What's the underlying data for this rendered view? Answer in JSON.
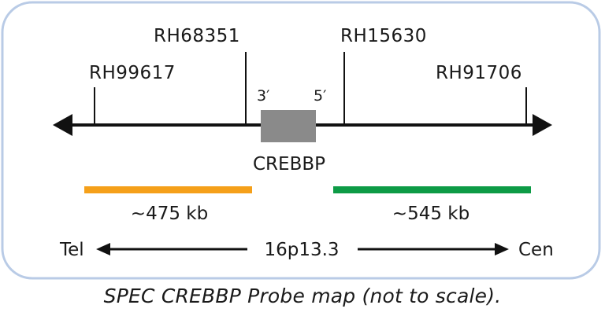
{
  "colors": {
    "frame_border": "#b9cbe6",
    "line": "#111111",
    "gene_box": "#8a8a8a",
    "probe_tel": "#f5a01a",
    "probe_cen": "#0d9b46"
  },
  "markers": [
    {
      "id": "rh99617",
      "label": "RH99617"
    },
    {
      "id": "rh68351",
      "label": "RH68351"
    },
    {
      "id": "rh15630",
      "label": "RH15630"
    },
    {
      "id": "rh91706",
      "label": "RH91706"
    }
  ],
  "gene": {
    "name": "CREBBP",
    "end_3": "3′",
    "end_5": "5′"
  },
  "probes": {
    "tel": {
      "size_label": "~475 kb"
    },
    "cen": {
      "size_label": "~545 kb"
    }
  },
  "orientation": {
    "left_label": "Tel",
    "center_label": "16p13.3",
    "right_label": "Cen"
  },
  "caption": "SPEC CREBBP Probe map (not to scale)."
}
